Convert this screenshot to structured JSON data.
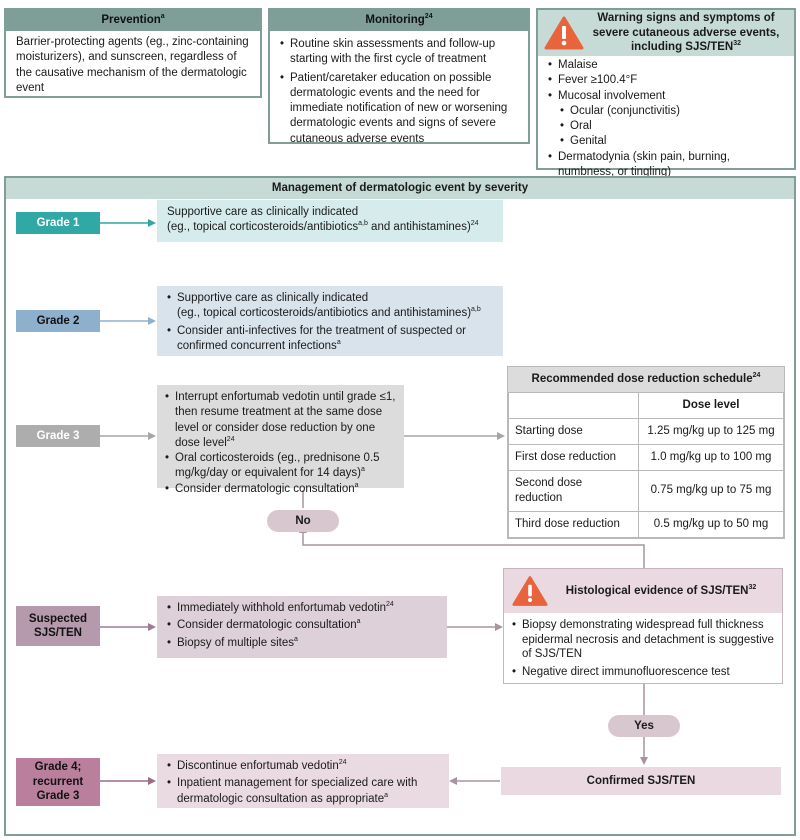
{
  "prevention": {
    "title": "Prevention",
    "title_sup": "a",
    "text": "Barrier-protecting agents (eg., zinc-containing moisturizers), and sunscreen, regardless of the causative mechanism of the dermatologic event"
  },
  "monitoring": {
    "title": "Monitoring",
    "title_sup": "24",
    "items": [
      "Routine skin assessments and follow-up starting with the first cycle of treatment",
      "Patient/caretaker education on possible dermatologic events and the need for immediate notification of new or worsening dermatologic events and signs of severe cutaneous adverse events"
    ]
  },
  "warning": {
    "title": "Warning signs and symptoms of severe cutaneous adverse events, including SJS/TEN",
    "title_sup": "32",
    "items": {
      "malaise": "Malaise",
      "fever": "Fever ≥100.4°F",
      "mucosal": "Mucosal involvement",
      "ocular": "Ocular (conjunctivitis)",
      "oral": "Oral",
      "genital": "Genital",
      "dermatodynia": "Dermatodynia (skin pain, burning, numbness, or tingling)"
    },
    "icon": "warning-triangle-icon",
    "icon_color": "#e8643c"
  },
  "management": {
    "title": "Management of dermatologic event by severity"
  },
  "grades": {
    "grade1": {
      "label": "Grade 1",
      "color": "#2fa8a6",
      "box_color": "#d6ecec",
      "line1": "Supportive care as clinically indicated",
      "line2a": "(eg., topical corticosteroids/antibiotics",
      "line2_sup": "a,b",
      "line2b": " and antihistamines)",
      "line2_sup2": "24"
    },
    "grade2": {
      "label": "Grade 2",
      "color": "#8fb0cd",
      "box_color": "#d9e3ec",
      "item1a": "Supportive care as clinically indicated",
      "item1b": "(eg., topical corticosteroids/antibiotics and antihistamines)",
      "item1_sup": "a,b",
      "item2": "Consider anti-infectives for the treatment of suspected or confirmed concurrent infections",
      "item2_sup": "a"
    },
    "grade3": {
      "label": "Grade 3",
      "color": "#adadad",
      "box_color": "#dcdcdc",
      "item1": "Interrupt enfortumab vedotin until grade ≤1, then resume treatment at the same dose level or consider dose reduction by one dose level",
      "item1_sup": "24",
      "item2": "Oral corticosteroids (eg., prednisone 0.5 mg/kg/day or equivalent for 14 days)",
      "item2_sup": "a",
      "item3": "Consider dermatologic consultation",
      "item3_sup": "a"
    },
    "sjs": {
      "label_line1": "Suspected",
      "label_line2": "SJS/TEN",
      "color": "#b59aad",
      "box_color": "#ddd0d8",
      "item1": "Immediately withhold enfortumab vedotin",
      "item1_sup": "24",
      "item2": "Consider dermatologic consultation",
      "item2_sup": "a",
      "item3": "Biopsy of multiple sites",
      "item3_sup": "a"
    },
    "grade4": {
      "label_line1": "Grade 4;",
      "label_line2": "recurrent",
      "label_line3": "Grade 3",
      "color": "#b97f9c",
      "box_color": "#eadbe3",
      "item1": "Discontinue enfortumab vedotin",
      "item1_sup": "24",
      "item2": "Inpatient management for specialized care with dermatologic consultation as appropriate",
      "item2_sup": "a"
    }
  },
  "dose_table": {
    "title": "Recommended dose reduction schedule",
    "title_sup": "24",
    "header_bg": "#dcdcdc",
    "col_header": "Dose level",
    "rows": [
      {
        "label": "Starting dose",
        "value": "1.25 mg/kg up to 125 mg"
      },
      {
        "label": "First dose reduction",
        "value": "1.0 mg/kg up to 100 mg"
      },
      {
        "label": "Second dose reduction",
        "value": "0.75 mg/kg up to 75 mg"
      },
      {
        "label": "Third dose reduction",
        "value": "0.5 mg/kg up to 50 mg"
      }
    ]
  },
  "histology": {
    "title": "Histological evidence of SJS/TEN",
    "title_sup": "32",
    "items": [
      "Biopsy demonstrating widespread full thickness epidermal necrosis and detachment is suggestive of SJS/TEN",
      "Negative direct immunofluorescence test"
    ],
    "head_bg": "#ead9e1"
  },
  "pills": {
    "no": "No",
    "yes": "Yes",
    "color": "#d9c7d0"
  },
  "confirmed": {
    "label": "Confirmed SJS/TEN",
    "color": "#ead9e1"
  }
}
